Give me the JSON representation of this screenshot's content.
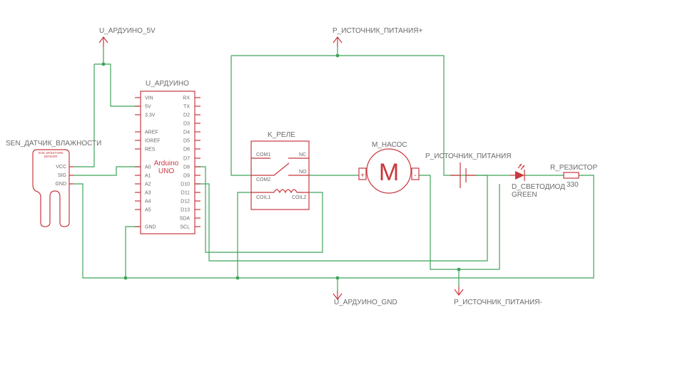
{
  "labels": {
    "arduino_5v": "U_АРДУИНО_5V",
    "arduino": "U_АРДУИНО",
    "sensor": "SEN_ДАТЧИК_ВЛАЖНОСТИ",
    "relay": "K_РЕЛЕ",
    "pump": "M_НАСОС",
    "power_plus": "P_ИСТОЧНИК_ПИТАНИЯ+",
    "power": "P_ИСТОЧНИК_ПИТАНИЯ",
    "power_minus": "P_ИСТОЧНИК_ПИТАНИЯ-",
    "led": "D_СВЕТОДИОД",
    "led_color": "GREEN",
    "resistor": "R_РЕЗИСТОР",
    "resistor_value": "330",
    "arduino_gnd": "U_АРДУИНО_GND"
  },
  "arduino": {
    "brand": "Arduino",
    "model": "UNO",
    "left_pins": [
      "VIN",
      "5V",
      "3.3V",
      "AREF",
      "IOREF",
      "RES",
      "A0",
      "A1",
      "A2",
      "A3",
      "A4",
      "A5",
      "GND"
    ],
    "right_pins": [
      "RX",
      "TX",
      "D2",
      "D3",
      "D4",
      "D5",
      "D6",
      "D7",
      "D8",
      "D9",
      "D10",
      "D11",
      "D12",
      "D13",
      "SDA",
      "SCL"
    ]
  },
  "sensor": {
    "title_line1": "SOIL MOISTURE",
    "title_line2": "SENSOR",
    "pins": [
      "VCC",
      "SIG",
      "GND"
    ]
  },
  "relay": {
    "pins": [
      "COM1",
      "NC",
      "COM2",
      "NO",
      "COIL1",
      "COIL2"
    ]
  },
  "pump": {
    "symbol": "M",
    "plus": "+",
    "minus": "-"
  }
}
